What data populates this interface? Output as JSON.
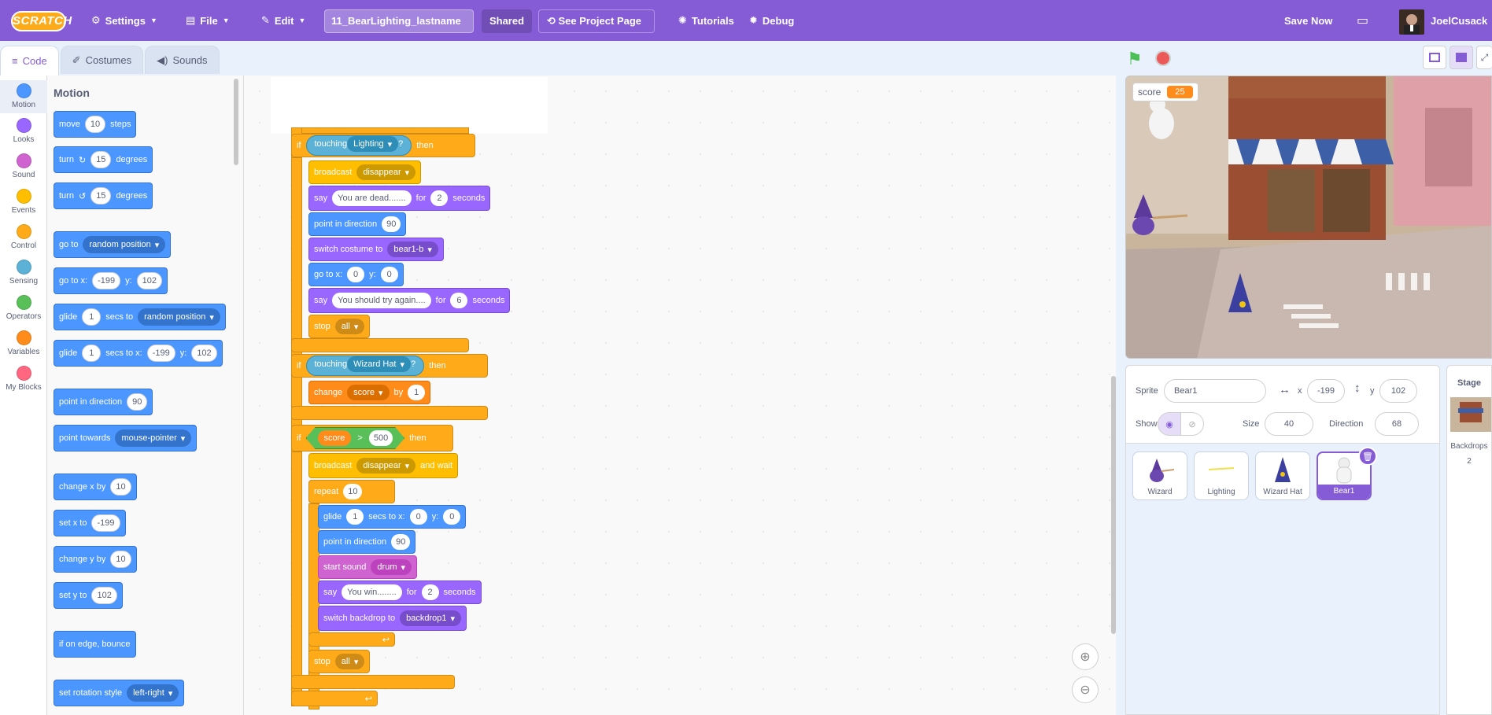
{
  "menubar": {
    "logo": "SCRATCH",
    "settings": "Settings",
    "file": "File",
    "edit": "Edit",
    "project_title": "11_BearLighting_lastname",
    "shared": "Shared",
    "see_project": "See Project Page",
    "tutorials": "Tutorials",
    "debug": "Debug",
    "save_now": "Save Now",
    "username": "JoelCusack"
  },
  "tabs": {
    "code": "Code",
    "costumes": "Costumes",
    "sounds": "Sounds"
  },
  "categories": [
    {
      "label": "Motion",
      "color": "#4c97ff"
    },
    {
      "label": "Looks",
      "color": "#9966ff"
    },
    {
      "label": "Sound",
      "color": "#cf63cf"
    },
    {
      "label": "Events",
      "color": "#ffbf00"
    },
    {
      "label": "Control",
      "color": "#ffab19"
    },
    {
      "label": "Sensing",
      "color": "#5cb1d6"
    },
    {
      "label": "Operators",
      "color": "#59c059"
    },
    {
      "label": "Variables",
      "color": "#ff8c1a"
    },
    {
      "label": "My Blocks",
      "color": "#ff6680"
    }
  ],
  "palette": {
    "heading": "Motion",
    "move": {
      "a": "move",
      "v": "10",
      "b": "steps"
    },
    "turn_cw": {
      "a": "turn",
      "v": "15",
      "b": "degrees"
    },
    "turn_ccw": {
      "a": "turn",
      "v": "15",
      "b": "degrees"
    },
    "goto": {
      "a": "go to",
      "d": "random position"
    },
    "gotoxy": {
      "a": "go to x:",
      "x": "-199",
      "b": "y:",
      "y": "102"
    },
    "glide": {
      "a": "glide",
      "v": "1",
      "b": "secs to",
      "d": "random position"
    },
    "glidexy": {
      "a": "glide",
      "v": "1",
      "b": "secs to x:",
      "x": "-199",
      "c": "y:",
      "y": "102"
    },
    "pointdir": {
      "a": "point in direction",
      "v": "90"
    },
    "pointtowards": {
      "a": "point towards",
      "d": "mouse-pointer"
    },
    "changex": {
      "a": "change x by",
      "v": "10"
    },
    "setx": {
      "a": "set x to",
      "v": "-199"
    },
    "changey": {
      "a": "change y by",
      "v": "10"
    },
    "sety": {
      "a": "set y to",
      "v": "102"
    },
    "bounce": "if on edge, bounce",
    "rotstyle": {
      "a": "set rotation style",
      "d": "left-right"
    }
  },
  "script": {
    "if1": {
      "if": "if",
      "touching": "touching",
      "obj": "Lighting",
      "q": "?",
      "then": "then"
    },
    "broadcast1": {
      "a": "broadcast",
      "msg": "disappear"
    },
    "say1": {
      "a": "say",
      "msg": "You are dead.......",
      "b": "for",
      "v": "2",
      "c": "seconds"
    },
    "pointdir1": {
      "a": "point in direction",
      "v": "90"
    },
    "costume": {
      "a": "switch costume to",
      "d": "bear1-b"
    },
    "gotoxy": {
      "a": "go to x:",
      "x": "0",
      "b": "y:",
      "y": "0"
    },
    "say2": {
      "a": "say",
      "msg": "You should try again....",
      "b": "for",
      "v": "6",
      "c": "seconds"
    },
    "stop1": {
      "a": "stop",
      "d": "all"
    },
    "if2": {
      "if": "if",
      "touching": "touching",
      "obj": "Wizard Hat",
      "q": "?",
      "then": "then"
    },
    "change": {
      "a": "change",
      "var": "score",
      "b": "by",
      "v": "1"
    },
    "if3": {
      "if": "if",
      "var": "score",
      "op": ">",
      "v": "500",
      "then": "then"
    },
    "broadcast2": {
      "a": "broadcast",
      "msg": "disappear",
      "b": "and wait"
    },
    "repeat": {
      "a": "repeat",
      "v": "10"
    },
    "glide": {
      "a": "glide",
      "v": "1",
      "b": "secs to x:",
      "x": "0",
      "c": "y:",
      "y": "0"
    },
    "pointdir2": {
      "a": "point in direction",
      "v": "90"
    },
    "sound": {
      "a": "start sound",
      "d": "drum"
    },
    "say3": {
      "a": "say",
      "msg": "You win........",
      "b": "for",
      "v": "2",
      "c": "seconds"
    },
    "backdrop": {
      "a": "switch backdrop to",
      "d": "backdrop1"
    },
    "stop2": {
      "a": "stop",
      "d": "all"
    }
  },
  "stage": {
    "monitor_label": "score",
    "monitor_value": "25"
  },
  "sprite_info": {
    "sprite_label": "Sprite",
    "sprite_name": "Bear1",
    "x_label": "x",
    "x": "-199",
    "y_label": "y",
    "y": "102",
    "show_label": "Show",
    "size_label": "Size",
    "size": "40",
    "direction_label": "Direction",
    "direction": "68"
  },
  "sprites": [
    "Wizard",
    "Lighting",
    "Wizard Hat",
    "Bear1"
  ],
  "stage_panel": {
    "title": "Stage",
    "backdrops_label": "Backdrops",
    "backdrops_count": "2"
  }
}
